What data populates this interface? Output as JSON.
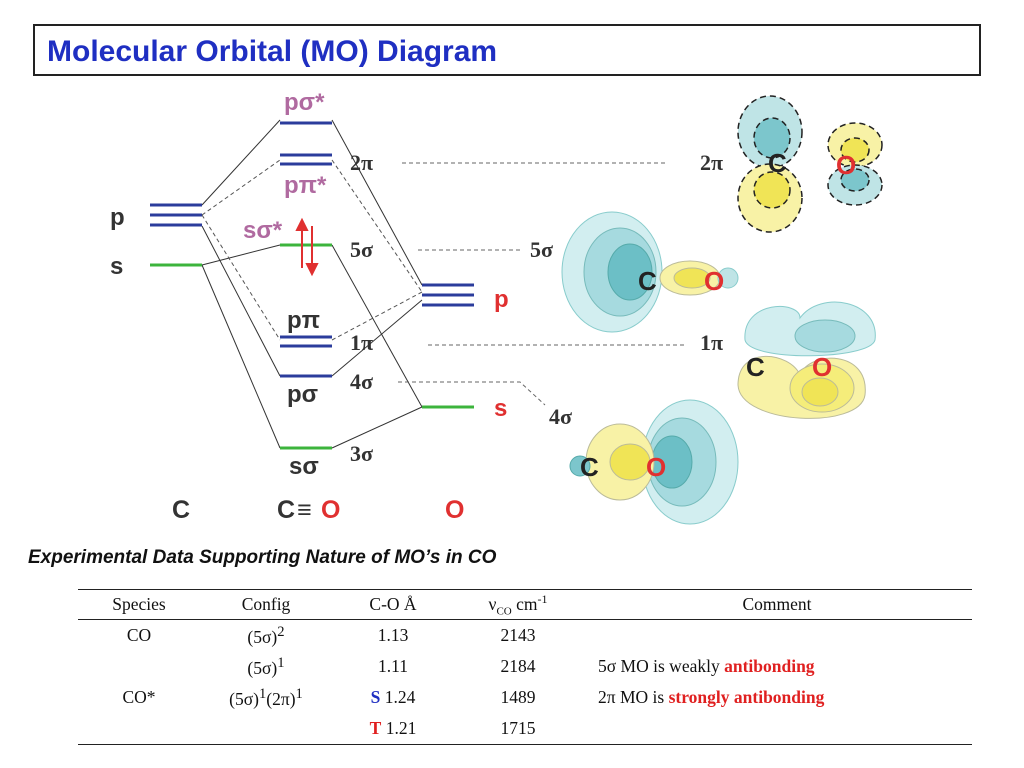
{
  "title": "Molecular Orbital (MO) Diagram",
  "diagram": {
    "atom_labels": {
      "left": "C",
      "mid_c": "C",
      "triple": "≡",
      "mid_o": "O",
      "right": "O"
    },
    "left_levels": {
      "p": "p",
      "s": "s"
    },
    "right_levels": {
      "p": "p",
      "s": "s"
    },
    "mo_labels": {
      "p_sigma_star": "pσ*",
      "p_pi_star": "pπ*",
      "s_sigma_star": "sσ*",
      "p_pi": "pπ",
      "p_sigma": "pσ",
      "s_sigma": "sσ"
    },
    "mo_numbers": {
      "two_pi": "2π",
      "five_sigma": "5σ",
      "one_pi": "1π",
      "four_sigma": "4σ",
      "three_sigma": "3σ"
    },
    "orbital_labels": {
      "two_pi": "2π",
      "five_sigma": "5σ",
      "one_pi": "1π",
      "four_sigma": "4σ"
    },
    "orbital_atoms": {
      "c": "C",
      "o": "O"
    },
    "colors": {
      "level_p": "#2b3c9c",
      "level_s": "#3cb43c",
      "mo_label": "#b06aa0",
      "electron": "#e03030",
      "oxygen": "#e03030",
      "lobe_blue": "#5ab4bc",
      "lobe_yellow": "#f4ec6a"
    }
  },
  "subtitle": "Experimental Data Supporting Nature of MO’s in CO",
  "table": {
    "headers": {
      "species": "Species",
      "config": "Config",
      "bond": "C-O Å",
      "nu": "ν",
      "nu_sub": "CO",
      "nu_unit": " cm",
      "nu_sup": "-1",
      "comment": "Comment"
    },
    "rows": [
      {
        "species": "CO",
        "config_a": "(5σ)",
        "config_a_sup": "2",
        "config_b": "",
        "config_b_sup": "",
        "state": "",
        "bond": "1.13",
        "nu": "2143",
        "comment_a": "",
        "comment_b": ""
      },
      {
        "species": "",
        "config_a": "(5σ)",
        "config_a_sup": "1",
        "config_b": "",
        "config_b_sup": "",
        "state": "",
        "bond": "1.11",
        "nu": "2184",
        "comment_a": "5σ MO is weakly ",
        "comment_b": "antibonding"
      },
      {
        "species": "CO*",
        "config_a": "(5σ)",
        "config_a_sup": "1",
        "config_b": "(2π)",
        "config_b_sup": "1",
        "state": "S",
        "bond": " 1.24",
        "nu": "1489",
        "comment_a": "2π MO is ",
        "comment_b": "strongly antibonding"
      },
      {
        "species": "",
        "config_a": "",
        "config_a_sup": "",
        "config_b": "",
        "config_b_sup": "",
        "state": "T",
        "bond": " 1.21",
        "nu": "1715",
        "comment_a": "",
        "comment_b": ""
      }
    ]
  }
}
